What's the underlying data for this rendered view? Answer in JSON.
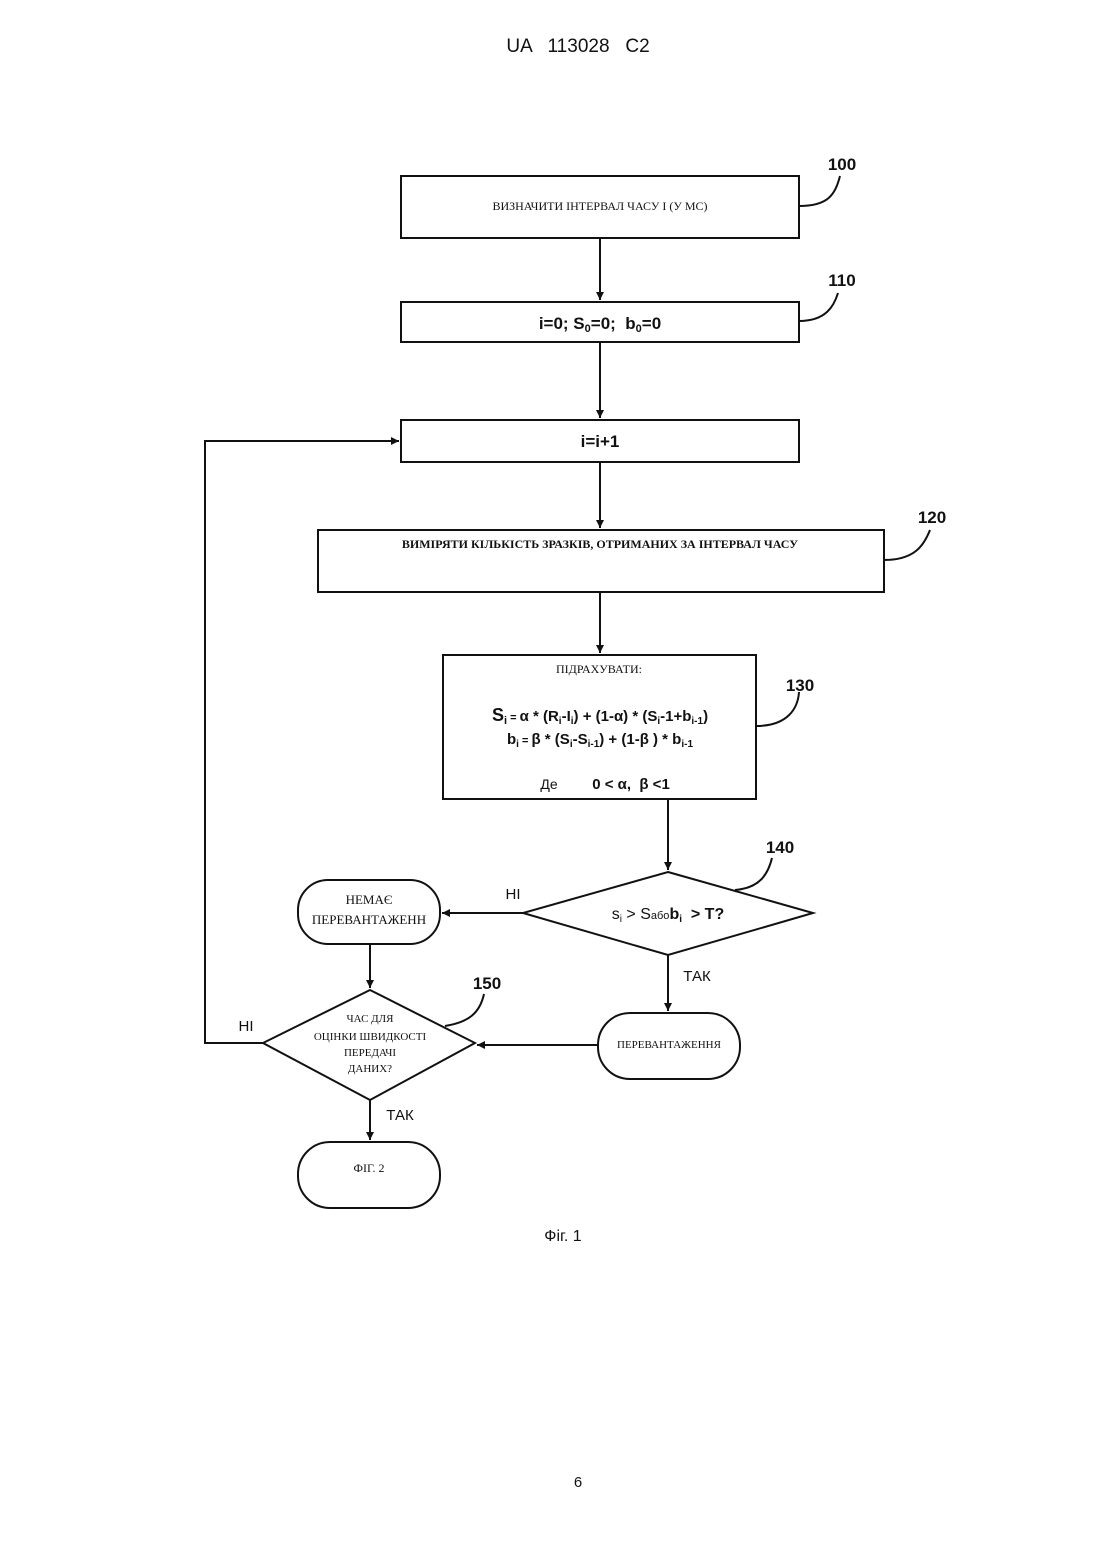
{
  "header": {
    "text": "UA   113028   C2"
  },
  "steps": {
    "s100": {
      "ref": "100",
      "label": "ВИЗНАЧИТИ ІНТЕРВАЛ ЧАСУ I (У МС)"
    },
    "s110": {
      "ref": "110",
      "label_parts": [
        "i=0; S",
        "0",
        "=0;  b",
        "0",
        "=0"
      ]
    },
    "inc": {
      "label": "i=i+1"
    },
    "s120": {
      "ref": "120",
      "label": "ВИМІРЯТИ КІЛЬКІСТЬ ЗРАЗКІВ, ОТРИМАНИХ ЗА ІНТЕРВАЛ ЧАСУ"
    },
    "s130": {
      "ref": "130",
      "title": "ПІДРАХУВАТИ:",
      "eq1": [
        "S",
        "i",
        " = ",
        "α * (R",
        "i",
        "-I",
        "i",
        ") + (1-α) * (S",
        "i",
        "-1+b",
        "i-1",
        ")"
      ],
      "eq2": [
        "b",
        "i",
        " = ",
        "β * (S",
        "i",
        "-S",
        "i-1",
        ") + (1-β ) * b",
        "i-1"
      ],
      "where_label": "Де",
      "where_cond": "0 < α,  β <1"
    },
    "s140": {
      "ref": "140",
      "parts": [
        "s",
        "i",
        " > S",
        "або",
        "b",
        "i",
        "  > T?"
      ]
    },
    "no_overload": {
      "line1": "НЕМАЄ",
      "line2": "ПЕРЕВАНТАЖЕНН"
    },
    "overload": {
      "label": "ПЕРЕВАНТАЖЕННЯ"
    },
    "s150": {
      "ref": "150",
      "lines": [
        "ЧАС ДЛЯ",
        "ОЦІНКИ ШВИДКОСТІ",
        "ПЕРЕДАЧІ",
        "ДАНИХ?"
      ]
    },
    "fig2": {
      "label": "ФІГ. 2"
    }
  },
  "edge_labels": {
    "no_140": "НІ",
    "yes_140": "ТАК",
    "no_150": "НІ",
    "yes_150": "ТАК"
  },
  "caption": "Фіг. 1",
  "page_number": "6"
}
